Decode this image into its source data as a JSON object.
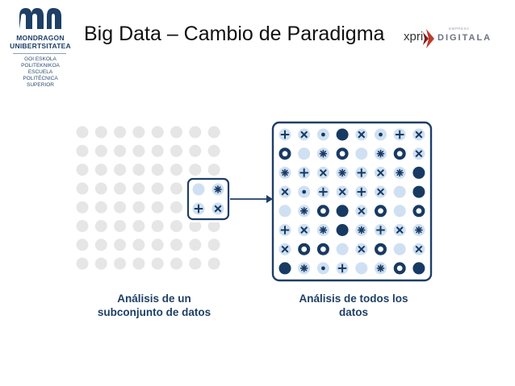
{
  "slide": {
    "title": "Big Data – Cambio de Paradigma"
  },
  "logo": {
    "name_line1": "MONDRAGON",
    "name_line2": "UNIBERTSITATEA",
    "sub_line1": "GOI ESKOLA",
    "sub_line2": "POLITEKNIKOA",
    "sub_line3": "ESCUELA",
    "sub_line4": "POLITÉCNICA",
    "sub_line5": "SUPERIOR",
    "color": "#1e3f66",
    "icon": "mondragon-logo-icon"
  },
  "partner": {
    "overlap_text": "xpri",
    "small_text": "EMPRESA",
    "brand_text": "DIGITALA",
    "arrow_color": "#c0392b",
    "icon": "partner-arrow-icon"
  },
  "illustration": {
    "left_caption_line1": "Análisis de un",
    "left_caption_line2": "subconjunto de datos",
    "right_caption_line1": "Análisis de todos los",
    "right_caption_line2": "datos",
    "dot_color": "#e6e6e6",
    "navy": "#173a63",
    "light_blue": "#cfe0f2",
    "frame_color": "#1e3f66",
    "subset_grid": [
      [
        "light",
        "asterisk"
      ],
      [
        "plus",
        "times"
      ]
    ],
    "full_grid": [
      [
        "plus",
        "times",
        "dot",
        "solid",
        "times",
        "dot",
        "plus",
        "times"
      ],
      [
        "ring",
        "light",
        "asterisk",
        "ring",
        "light",
        "asterisk",
        "ring",
        "times"
      ],
      [
        "asterisk",
        "plus",
        "times",
        "asterisk",
        "plus",
        "times",
        "asterisk",
        "solid"
      ],
      [
        "times",
        "dot",
        "plus",
        "times",
        "plus",
        "times",
        "light",
        "solid"
      ],
      [
        "light",
        "asterisk",
        "ring",
        "solid",
        "times",
        "ring",
        "light",
        "ring"
      ],
      [
        "plus",
        "times",
        "asterisk",
        "solid",
        "asterisk",
        "plus",
        "times",
        "asterisk"
      ],
      [
        "times",
        "ring",
        "ring",
        "light",
        "times",
        "ring",
        "light",
        "times"
      ],
      [
        "solid",
        "asterisk",
        "dot",
        "plus",
        "light",
        "asterisk",
        "ring",
        "solid"
      ]
    ]
  }
}
